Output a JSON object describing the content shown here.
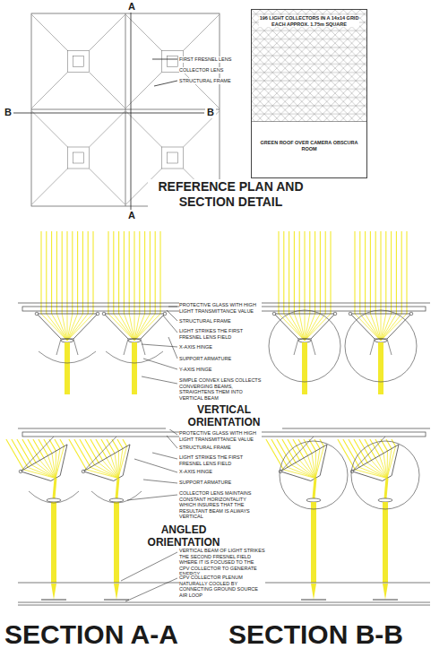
{
  "diagram": {
    "title": "REFERENCE PLAN AND SECTION DETAIL",
    "nodes": [
      {
        "text": [
          "196 LIGHT COLLECTORS IN A 14x14 GRID EACH APPROX. 1.75m SQUARE",
          "GREEN ROOF OVER CAMERA OBSCURA ROOM"
        ]
      }
    ],
    "labels": [
      "A",
      "A",
      "B",
      "B",
      "FIRST FRESNEL LENS",
      "COLLECTOR LENS",
      "STRUCTURAL FRAME",
      "PROTECTIVE GLASS WITH HIGH LIGHT TRANSMITTANCE VALUE",
      "STRUCTURAL FRAME",
      "LIGHT STRIKES THE FIRST FRESNEL LENS FIELD",
      "X-AXIS HINGE",
      "SUPPORT ARMATURE",
      "Y-AXIS HINGE",
      "SIMPLE CONVEX LENS COLLECTS CONVERGING BEAMS, STRAIGHTENS THEM INTO VERTICAL BEAM",
      "VERTICAL ORIENTATION",
      "PROTECTIVE GLASS WITH HIGH LIGHT TRANSMITTANCE VALUE",
      "STRUCTURAL FRAME",
      "LIGHT STRIKES THE FIRST FRESNEL LENS FIELD",
      "X-AXIS HINGE",
      "SUPPORT ARMATURE",
      "COLLECTOR LENS MAINTAINS CONSTANT HORIZONTALITY WHICH INSURES THAT THE RESULTANT BEAM IS ALWAYS VERTICAL",
      "ANGLED ORIENTATION",
      "VERTICAL BEAM OF LIGHT STRIKES THE SECOND FRESNEL FIELD WHERE IT IS FOCUSED TO THE CPV COLLECTOR TO GENERATE ENERGY",
      "CPV COLLECTOR PLENUM NATURALLY COOLED BY CONNECTING GROUND SOURCE AIR LOOP",
      "SECTION A-A",
      "SECTION B-B"
    ]
  }
}
